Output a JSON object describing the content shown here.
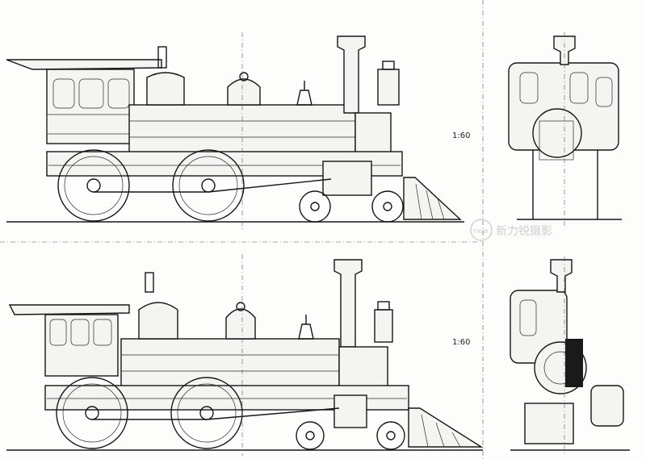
{
  "sheet": {
    "scale_top": "1:60",
    "scale_bottom": "1:60",
    "watermark_logo": "new",
    "watermark_text": "新力锐摄影"
  }
}
